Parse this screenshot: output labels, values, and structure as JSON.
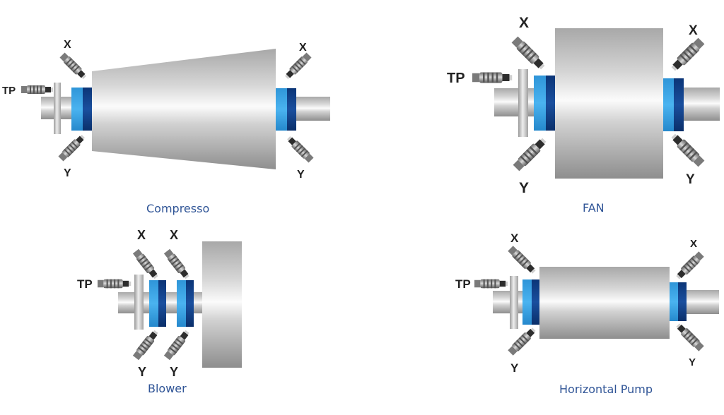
{
  "colors": {
    "bearing_light": "#38a3e6",
    "bearing_dark": "#0f3f86",
    "caption": "#2f5496",
    "metal": "#c8c8c8",
    "sensor_body": "#a9a9a9"
  },
  "icons": [
    "proximity-probe-icon"
  ],
  "compressor": {
    "caption": "Compresso",
    "x_left": "X",
    "y_left": "Y",
    "x_right": "X",
    "y_right": "Y",
    "tp": "TP"
  },
  "fan": {
    "caption": "FAN",
    "x_left": "X",
    "y_left": "Y",
    "x_right": "X",
    "y_right": "Y",
    "tp": "TP"
  },
  "blower": {
    "caption": "Blower",
    "x_1": "X",
    "x_2": "X",
    "y_1": "Y",
    "y_2": "Y",
    "tp": "TP"
  },
  "pump": {
    "caption": "Horizontal Pump",
    "x_left": "X",
    "y_left": "Y",
    "x_right": "X",
    "y_right": "Y",
    "tp": "TP"
  }
}
